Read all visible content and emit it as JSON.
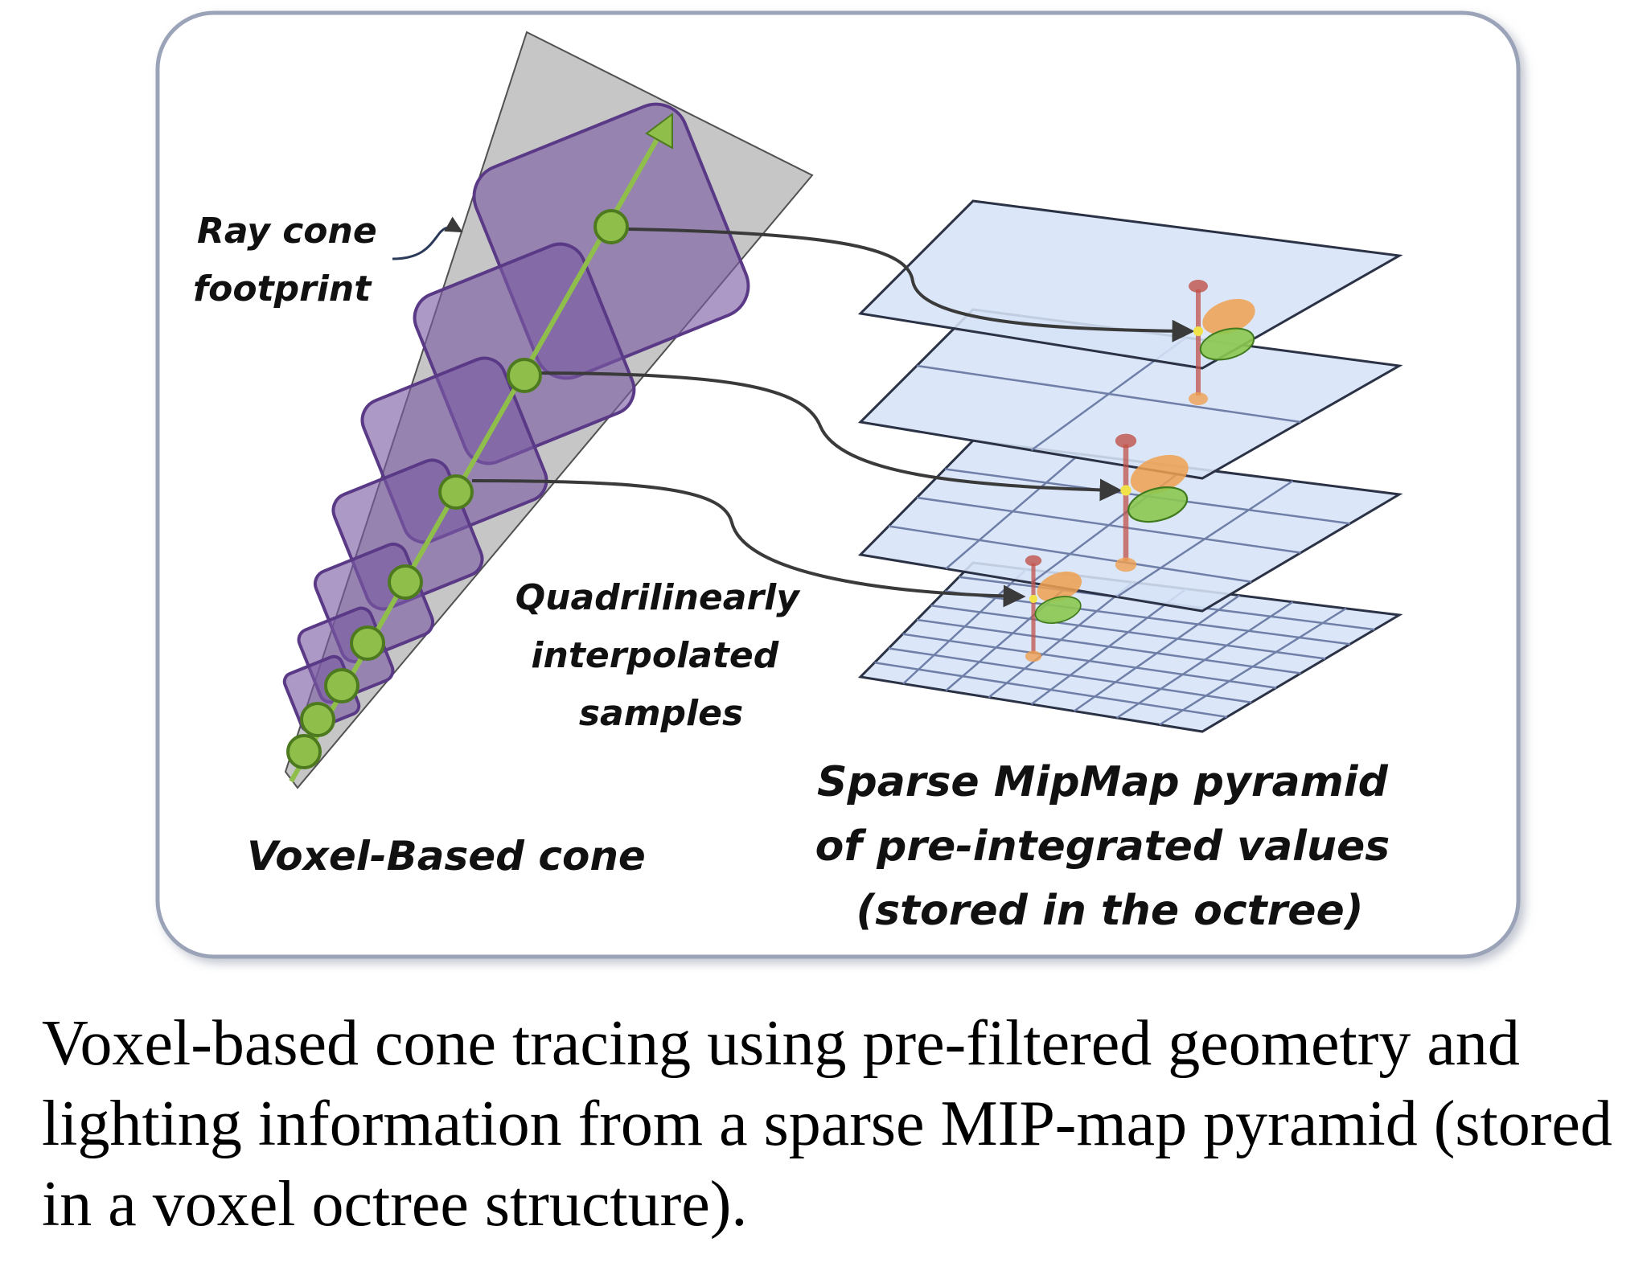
{
  "labels": {
    "ray_cone_footprint": [
      "Ray cone",
      "footprint"
    ],
    "quadrilinear_samples": [
      "Quadrilinearly",
      "interpolated",
      "samples"
    ],
    "voxel_cone": "Voxel-Based cone",
    "mipmap_pyramid": [
      "Sparse MipMap pyramid",
      "of pre-integrated values",
      "(stored in the octree)"
    ]
  },
  "caption": "Voxel-based cone tracing using pre-filtered geometry and lighting information from a sparse MIP-map pyramid (stored in a voxel octree structure).",
  "colors": {
    "cone_fill": "#bdbdbd",
    "voxel_fill": "#7b5aa3",
    "voxel_stroke": "#5a3a86",
    "sample_fill": "#8fbf4a",
    "sample_stroke": "#4d7a1e",
    "plane_fill": "#d6e4f7",
    "plane_stroke": "#2b3245",
    "grid_line": "#6f7fa8",
    "arrow": "#3a3a3a",
    "lobe_orange": "#f0a050",
    "lobe_green": "#8cc850",
    "stem_red": "#c0524a"
  }
}
